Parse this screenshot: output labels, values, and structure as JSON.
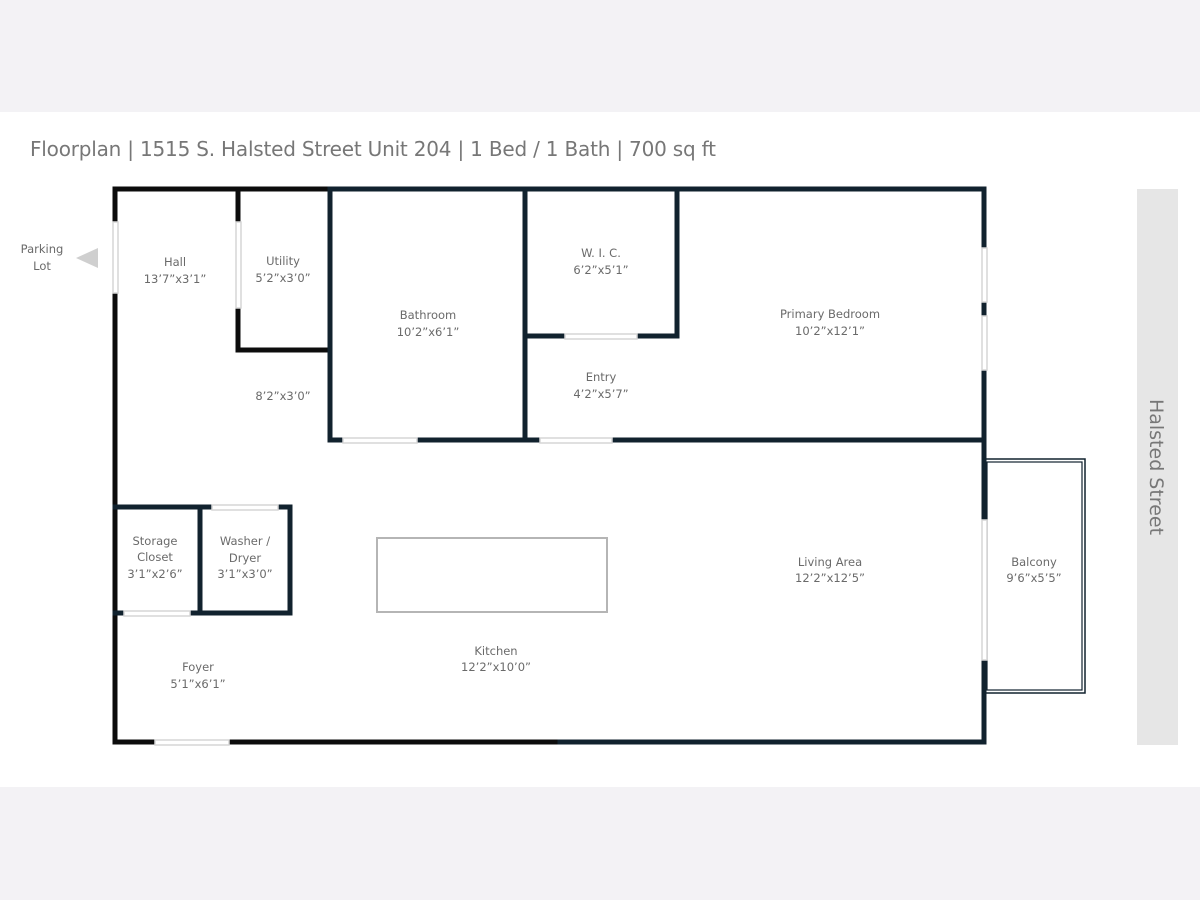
{
  "title": "Floorplan | 1515 S. Halsted Street Unit 204 | 1 Bed / 1 Bath | 700 sq ft",
  "street_label": "Halsted Street",
  "parking": {
    "line1": "Parking",
    "line2": "Lot"
  },
  "rooms": {
    "hall": {
      "name": "Hall",
      "dims": "13’7”x3’1”"
    },
    "utility": {
      "name": "Utility",
      "dims": "5’2”x3’0”"
    },
    "hall_lower": {
      "dims": "8’2”x3’0”"
    },
    "bathroom": {
      "name": "Bathroom",
      "dims": "10’2”x6’1”"
    },
    "wic": {
      "name": "W. I. C.",
      "dims": "6’2”x5’1”"
    },
    "entry": {
      "name": "Entry",
      "dims": "4’2”x5’7”"
    },
    "bedroom": {
      "name": "Primary Bedroom",
      "dims": "10’2”x12’1”"
    },
    "storage": {
      "line1": "Storage",
      "line2": "Closet",
      "dims": "3’1”x2’6”"
    },
    "washer": {
      "line1": "Washer /",
      "line2": "Dryer",
      "dims": "3’1”x3’0”"
    },
    "living": {
      "name": "Living Area",
      "dims": "12’2”x12’5”"
    },
    "balcony": {
      "name": "Balcony",
      "dims": "9’6”x5’5”"
    },
    "kitchen": {
      "name": "Kitchen",
      "dims": "12’2”x10’0”"
    },
    "foyer": {
      "name": "Foyer",
      "dims": "5’1”x6’1”"
    }
  },
  "colors": {
    "wall_dark": "#0c0c0c",
    "wall_navy": "#11222e",
    "opening": "#d9d9d9",
    "street": "#e6e6e6"
  }
}
